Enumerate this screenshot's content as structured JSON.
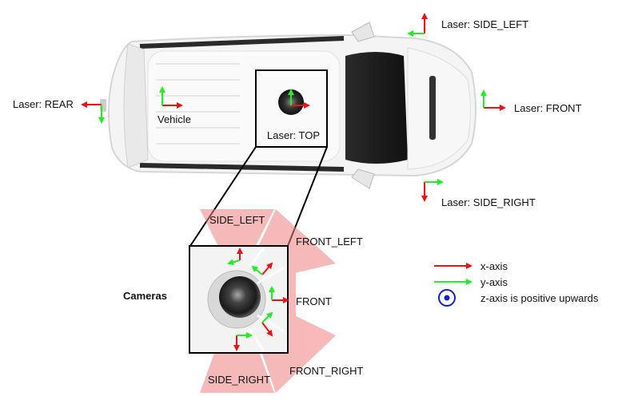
{
  "diagram": {
    "lasers": {
      "side_left": "Laser: SIDE_LEFT",
      "rear": "Laser: REAR",
      "front": "Laser: FRONT",
      "top": "Laser: TOP",
      "side_right": "Laser: SIDE_RIGHT"
    },
    "vehicle_label": "Vehicle",
    "cameras": {
      "title": "Cameras",
      "side_left": "SIDE_LEFT",
      "front_left": "FRONT_LEFT",
      "front": "FRONT",
      "front_right": "FRONT_RIGHT",
      "side_right": "SIDE_RIGHT"
    },
    "legend": {
      "x_axis": "x-axis",
      "y_axis": "y-axis",
      "z_axis": "z-axis is positive upwards"
    },
    "colors": {
      "x_axis": "#ee1111",
      "y_axis": "#22ee22",
      "z_axis": "#1122cc",
      "camera_fov": "#f08080",
      "frame": "#000000"
    }
  }
}
